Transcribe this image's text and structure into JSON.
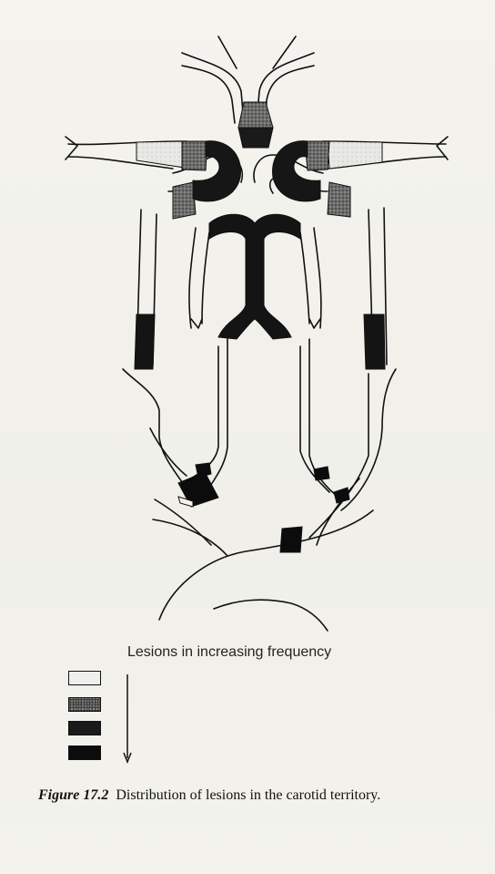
{
  "legend": {
    "title": "Lesions in increasing frequency",
    "levels": [
      "lowest",
      "low",
      "high",
      "highest"
    ]
  },
  "caption": {
    "label": "Figure 17.2",
    "text": "Distribution of lesions in the carotid territory."
  },
  "colors": {
    "vessel_fill": "#f4f3ee",
    "outline": "#111111",
    "lesion_light": "#e6e6e2",
    "lesion_stippled": "#6a6a68",
    "lesion_dark": "#1a1a1a",
    "lesion_darkest": "#0c0c0c"
  }
}
